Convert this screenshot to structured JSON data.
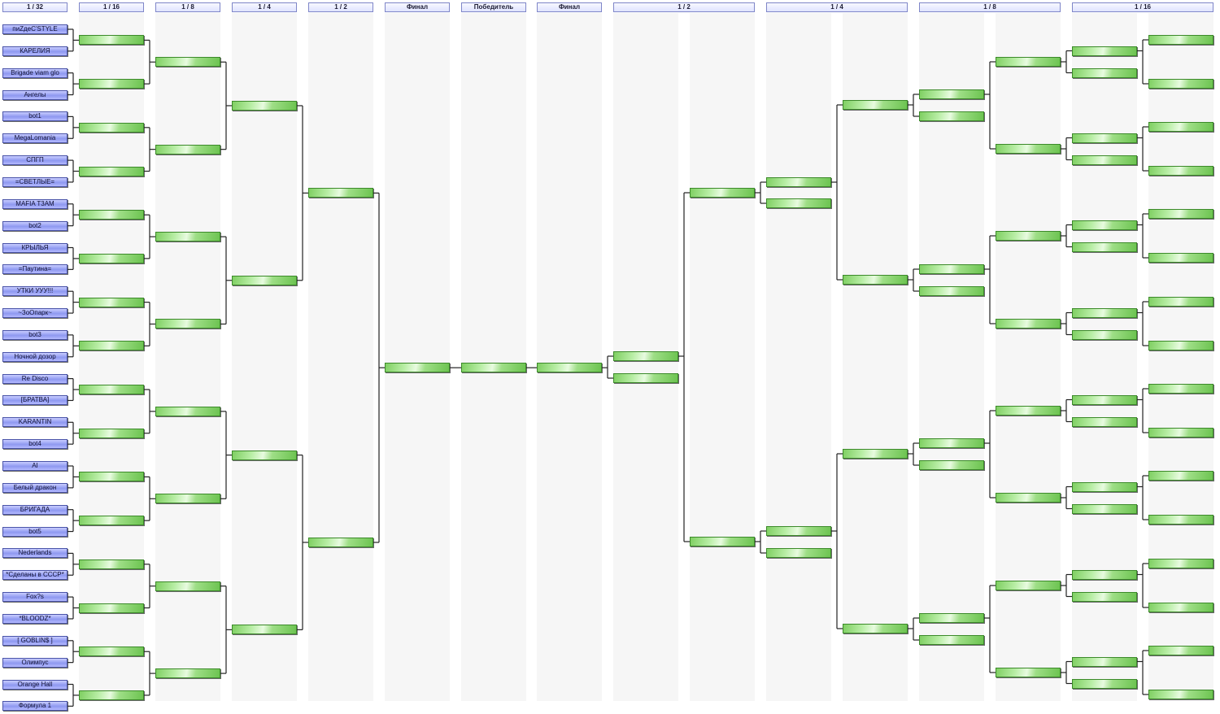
{
  "headers": {
    "l32": "1 / 32",
    "l16": "1 / 16",
    "l8": "1 / 8",
    "l4": "1 / 4",
    "l2": "1 / 2",
    "final_left": "Финал",
    "winner": "Победитель",
    "final_right": "Финал",
    "r2": "1 / 2",
    "r4": "1 / 4",
    "r8": "1 / 8",
    "r16": "1 / 16"
  },
  "teams": [
    "пиZдеС'STYLE",
    "КАРЕЛИЯ",
    "Brigade viam glo",
    "Ангелы",
    "bot1",
    "MegaLomania",
    "СПГП",
    "=СВЕТЛЫЕ=",
    "MAFIA T3AM",
    "bot2",
    "КРЫЛЬЯ",
    "=Паутина=",
    "УТКИ УУУ!!!",
    "~ЗоОпарк~",
    "bot3",
    "Ночной дозор",
    "Re Disco",
    "[БРАТВА]",
    "KARANTIN",
    "bot4",
    "AI",
    "Белый дракон",
    "БРИГАДА",
    "bot5",
    "Nederlands",
    "*Сделаны в СССР*",
    "Fox?s",
    "*BLOODZ*",
    "[ GOBLIN$ ]",
    "Олимпус",
    "Orange Hall",
    "Формула 1"
  ],
  "colors": {
    "team_fill": "#8e98f0",
    "slot_fill": "#9ede86",
    "header_border": "#7f86c8",
    "column_bg": "#f6f6f6",
    "connector": "#222222"
  }
}
